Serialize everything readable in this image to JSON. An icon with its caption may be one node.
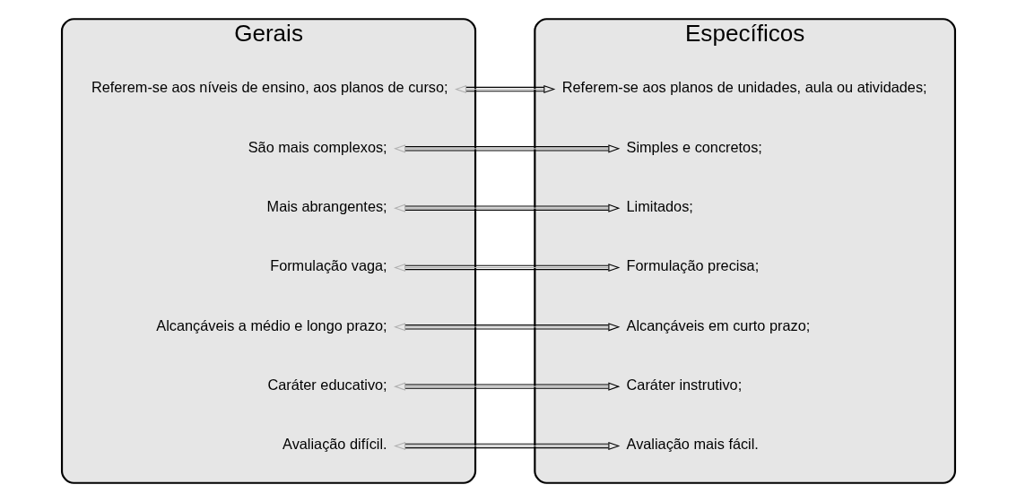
{
  "diagram": {
    "nodes": [
      {
        "text": [
          "Gerais"
        ]
      },
      {
        "text": [
          "Referem-se aos níveis de ensino, aos planos de curso;"
        ],
        "in": 0
      },
      {
        "text": [
          "São mais complexos;"
        ],
        "in": 0
      },
      {
        "text": [
          "Mais abrangentes;"
        ],
        "in": 0
      },
      {
        "text": [
          "Formulação vaga;"
        ],
        "in": 0
      },
      {
        "text": [
          "Alcançáveis a médio e longo prazo;"
        ],
        "in": 0
      },
      {
        "text": [
          "Caráter educativo;"
        ],
        "in": 0
      },
      {
        "text": [
          "Avaliação difícil."
        ],
        "in": 0
      },
      {
        "text": [
          "Específicos"
        ]
      },
      {
        "text": [
          "Referem-se aos planos de unidades, aula ou atividades;"
        ],
        "in": 8
      },
      {
        "text": [
          "Simples e concretos;"
        ],
        "in": 8
      },
      {
        "text": [
          "Limitados;"
        ],
        "in": 8
      },
      {
        "text": [
          "Formulação precisa;"
        ],
        "in": 8
      },
      {
        "text": [
          "Alcançáveis em curto prazo;"
        ],
        "in": 8
      },
      {
        "text": [
          "Caráter instrutivo;"
        ],
        "in": 8
      },
      {
        "text": [
          "Avaliação mais fácil."
        ],
        "in": 8
      }
    ],
    "edges": [
      {
        "from": 1,
        "to": 9,
        "arrow": "both"
      },
      {
        "from": 2,
        "to": 10,
        "arrow": "both"
      },
      {
        "from": 3,
        "to": 11,
        "arrow": "both"
      },
      {
        "from": 4,
        "to": 12,
        "arrow": "both"
      },
      {
        "from": 5,
        "to": 13,
        "arrow": "both"
      },
      {
        "from": 6,
        "to": 14,
        "arrow": "both"
      },
      {
        "from": 7,
        "to": 15,
        "arrow": "both"
      }
    ]
  }
}
